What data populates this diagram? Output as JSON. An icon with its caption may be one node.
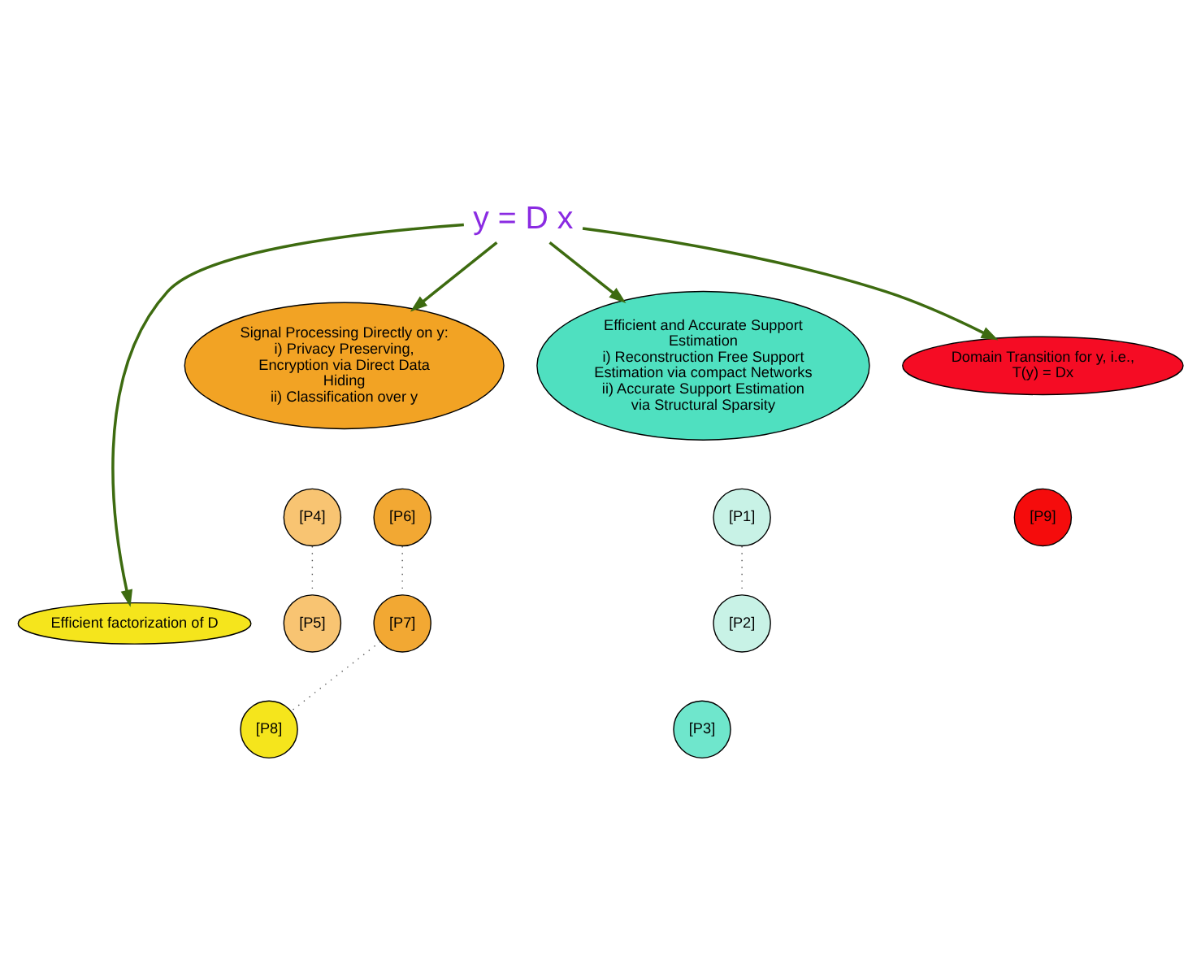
{
  "diagram": {
    "nodes": [
      {
        "text": [
          "y = D x"
        ]
      },
      {
        "text": [
          "Signal Processing Directly on y:",
          "i) Privacy Preserving, Encryption via Direct Data Hiding",
          "ii) Classification over y"
        ]
      },
      {
        "text": [
          "Efficient and Accurate Support Estimation",
          "i) Reconstruction Free Support Estimation via compact Networks",
          "ii) Accurate Support Estimation via Structural Sparsity"
        ]
      },
      {
        "text": [
          "Efficient factorization of D"
        ]
      },
      {
        "text": [
          "Domain Transition for y, i.e., T(y) = Dx"
        ]
      },
      {
        "text": [
          "[P4]"
        ]
      },
      {
        "text": [
          "[P5]"
        ]
      },
      {
        "text": [
          "[P6]"
        ]
      },
      {
        "text": [
          "[P7]"
        ]
      },
      {
        "text": [
          "[P8]"
        ]
      },
      {
        "text": [
          "[P1]"
        ]
      },
      {
        "text": [
          "[P2]"
        ]
      },
      {
        "text": [
          "[P3]"
        ]
      },
      {
        "text": [
          "[P9]"
        ]
      }
    ],
    "edges": [
      {
        "from": 0,
        "to": 1,
        "arrow": "to",
        "color": "#3d6b10"
      },
      {
        "from": 0,
        "to": 2,
        "arrow": "to",
        "color": "#3d6b10"
      },
      {
        "from": 0,
        "to": 3,
        "arrow": "to",
        "color": "#3d6b10"
      },
      {
        "from": 0,
        "to": 4,
        "arrow": "to",
        "color": "#3d6b10"
      },
      {
        "from": 5,
        "to": 6,
        "arrow": "none",
        "style": "dashed",
        "color": "#555555"
      },
      {
        "from": 7,
        "to": 8,
        "arrow": "none",
        "style": "dashed",
        "color": "#555555"
      },
      {
        "from": 8,
        "to": 9,
        "arrow": "none",
        "style": "dashed",
        "color": "#555555"
      },
      {
        "from": 10,
        "to": 11,
        "arrow": "none",
        "style": "dashed",
        "color": "#555555"
      }
    ]
  }
}
